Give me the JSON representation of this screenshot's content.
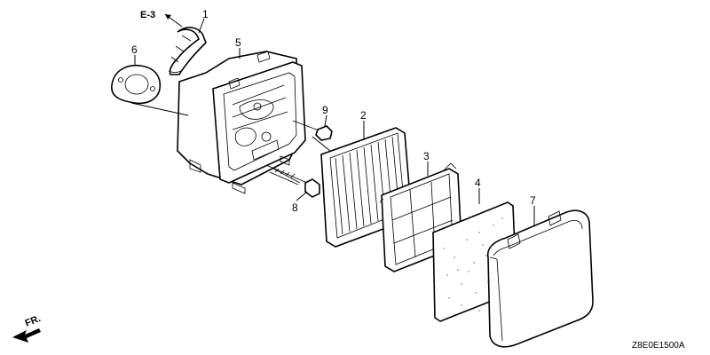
{
  "diagram": {
    "reference": "E-3",
    "direction_label": "FR.",
    "diagram_code": "Z8E0E1500A",
    "callouts": [
      "1",
      "2",
      "3",
      "4",
      "5",
      "6",
      "7",
      "8",
      "9"
    ]
  }
}
